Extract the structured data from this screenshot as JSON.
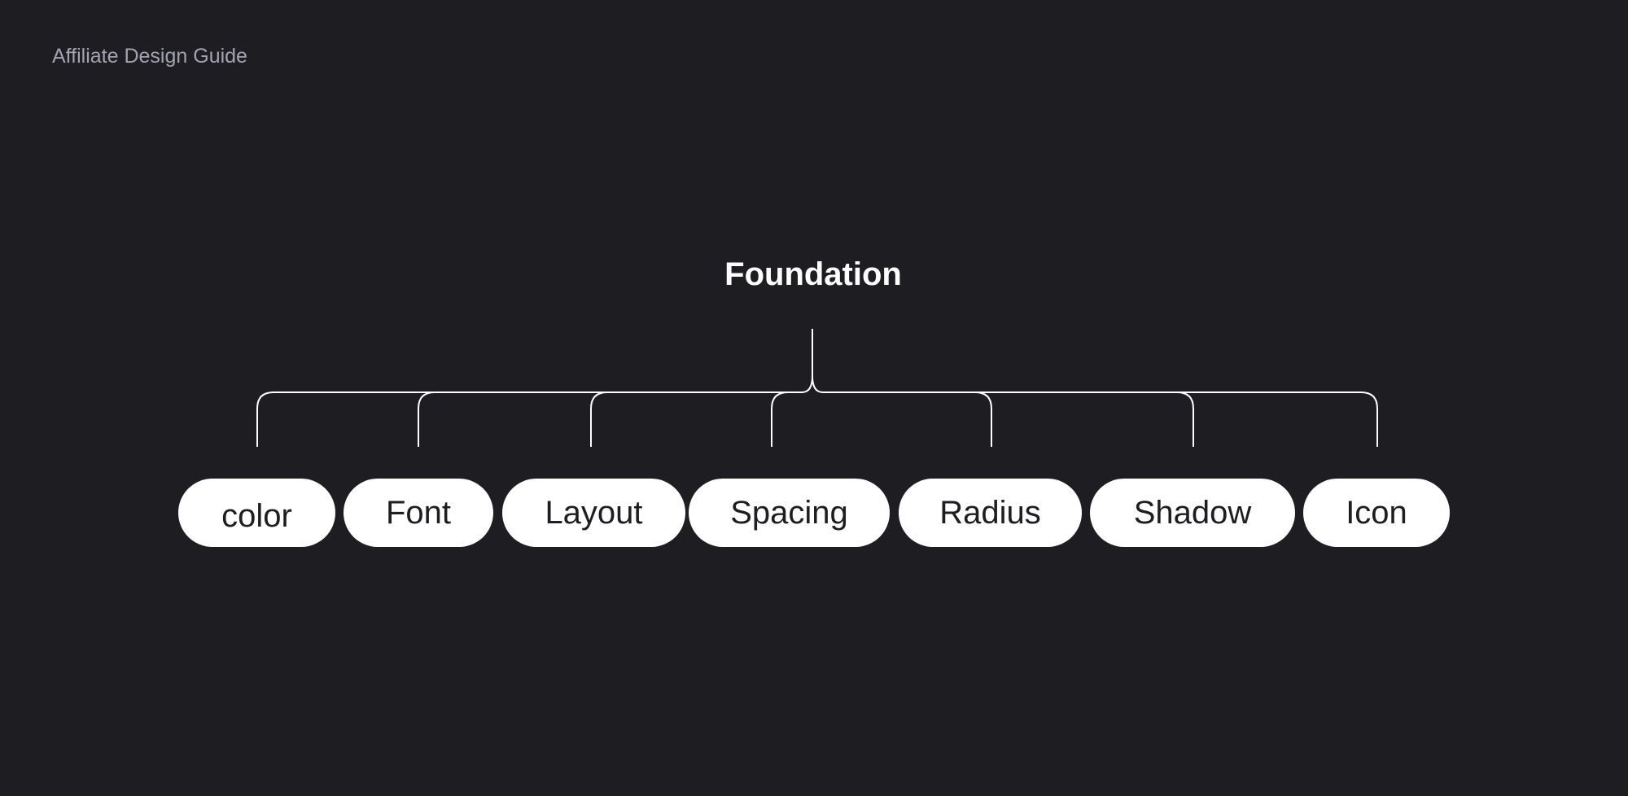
{
  "header": {
    "label": "Affiliate Design Guide"
  },
  "diagram": {
    "root": "Foundation",
    "children": [
      {
        "label": "color"
      },
      {
        "label": "Font"
      },
      {
        "label": "Layout"
      },
      {
        "label": "Spacing"
      },
      {
        "label": "Radius"
      },
      {
        "label": "Shadow"
      },
      {
        "label": "Icon"
      }
    ]
  },
  "colors": {
    "background": "#1e1e22",
    "node_fill": "#ffffff",
    "node_text": "#1e1e22",
    "connector": "#ffffff",
    "header_text": "#a3a3b0"
  }
}
